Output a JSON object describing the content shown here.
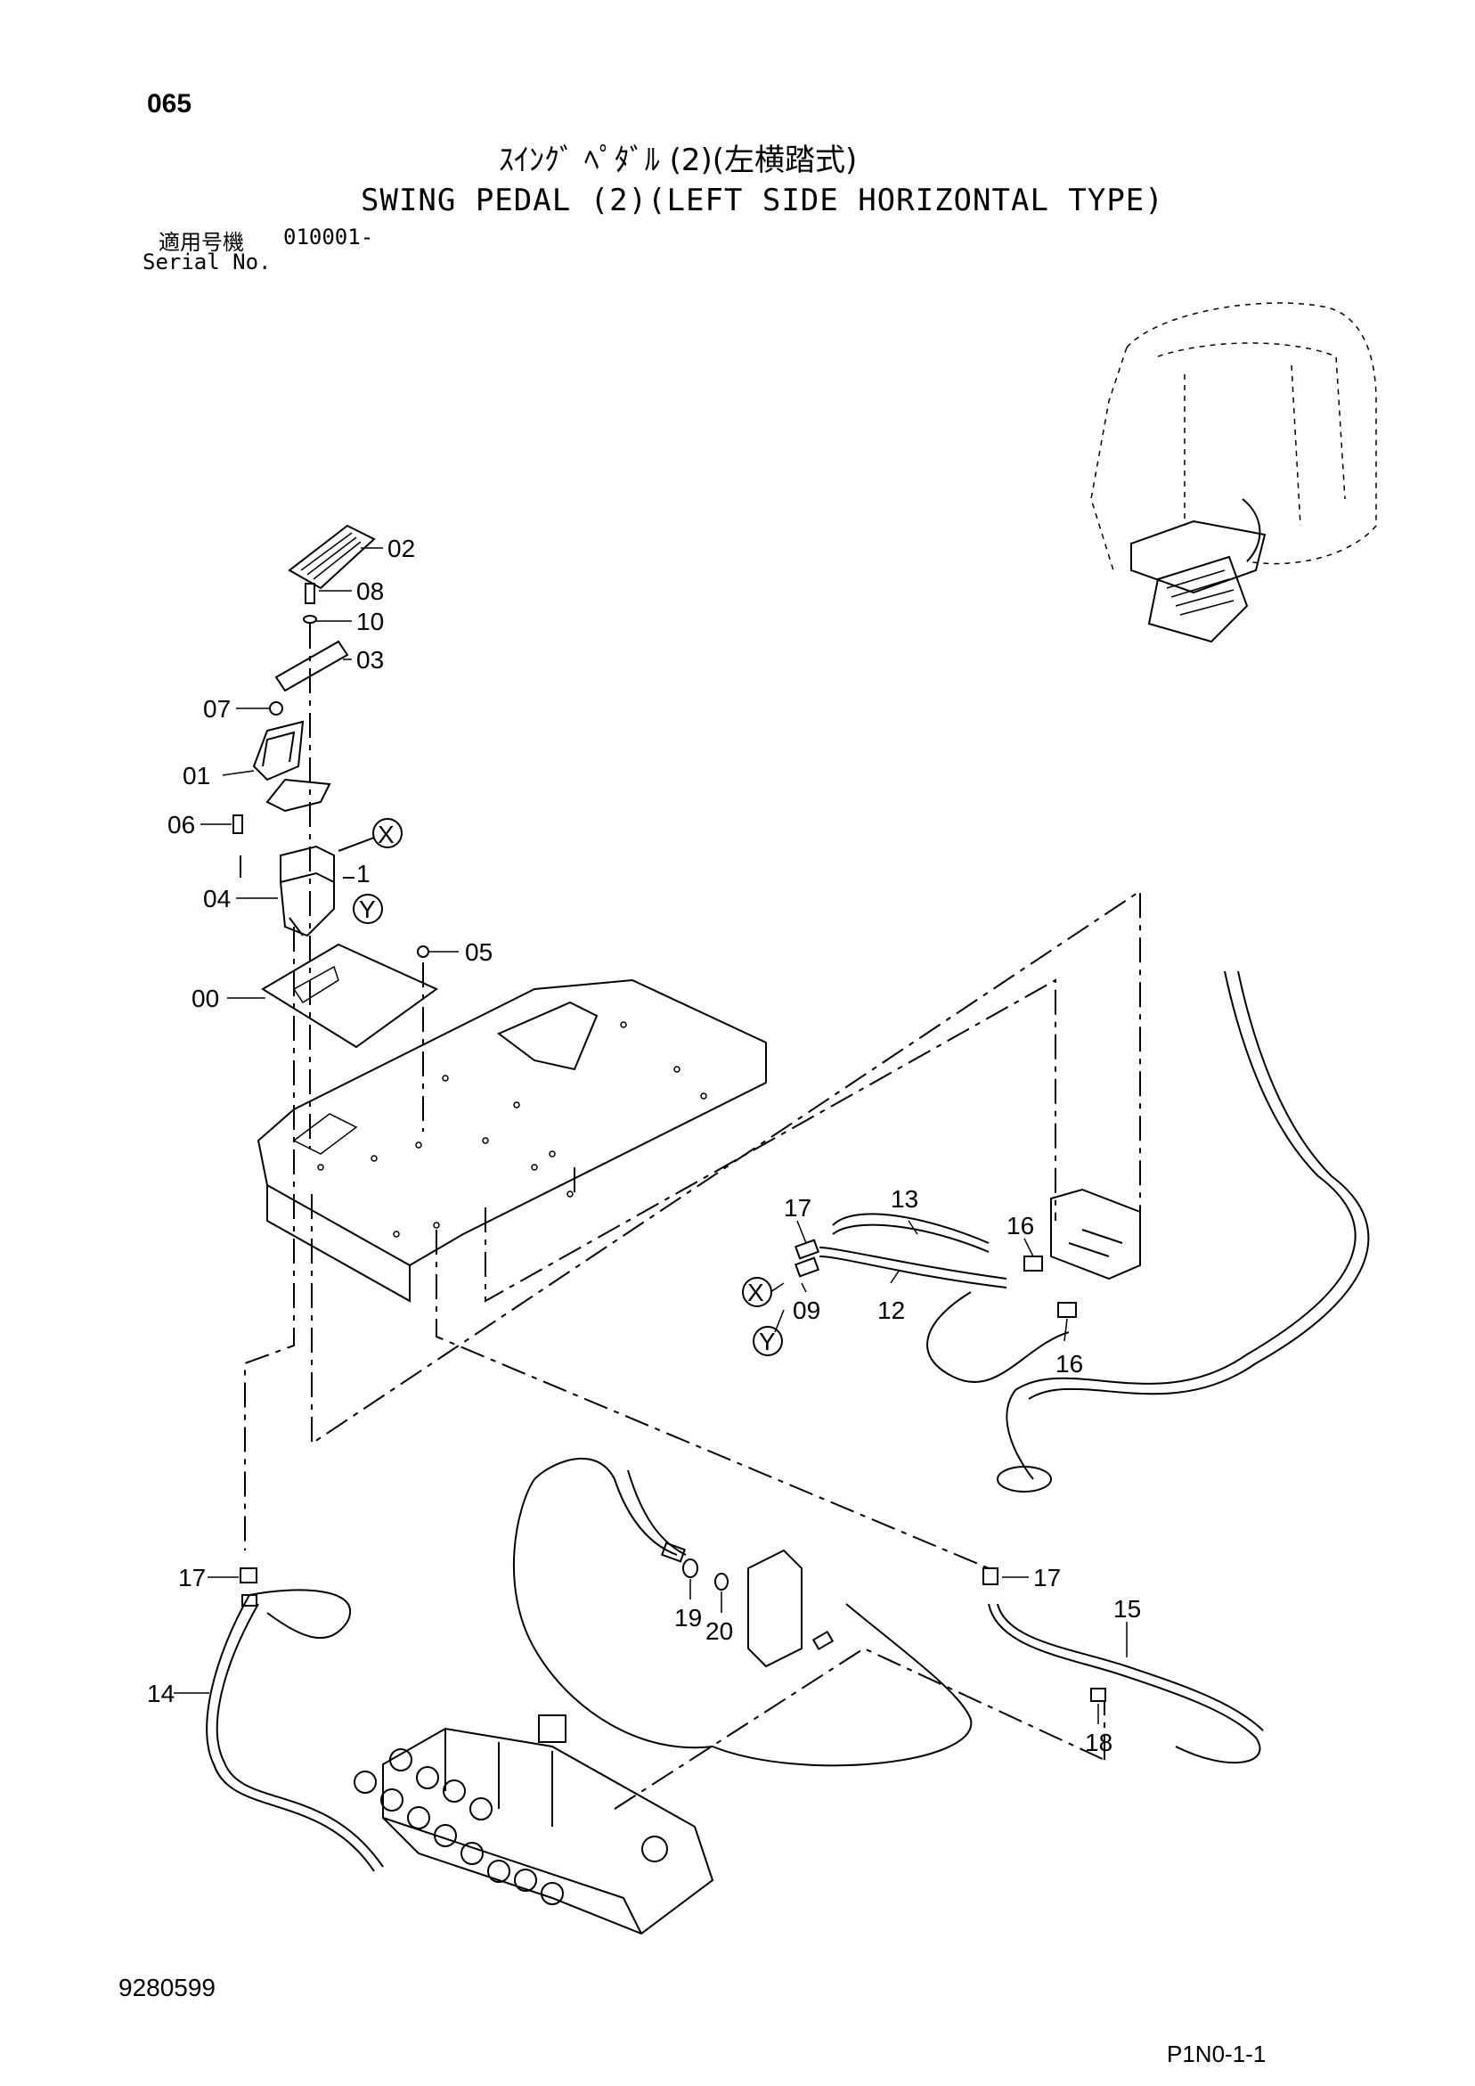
{
  "header": {
    "page_no": "065",
    "title_jp": "ｽｲﾝｸﾞ ﾍﾟﾀﾞﾙ (2)(左横踏式)",
    "title_en": "SWING PEDAL (2)(LEFT SIDE HORIZONTAL TYPE)",
    "serial_label_jp": "適用号機",
    "serial_value": "010001-",
    "serial_label_en": "Serial No."
  },
  "footer": {
    "drawing_no": "9280599",
    "sheet_code": "P1N0-1-1"
  },
  "callouts": {
    "c00": "00",
    "c01": "01",
    "c02": "02",
    "c03": "03",
    "c04": "04",
    "c05": "05",
    "c06": "06",
    "c07": "07",
    "c08": "08",
    "c09": "09",
    "c10": "10",
    "c12": "12",
    "c13": "13",
    "c14": "14",
    "c15": "15",
    "c16": "16",
    "c17": "17",
    "c18": "18",
    "c19": "19",
    "c20": "20",
    "port_1": "1"
  },
  "port_labels": {
    "x": "X",
    "y": "Y"
  }
}
